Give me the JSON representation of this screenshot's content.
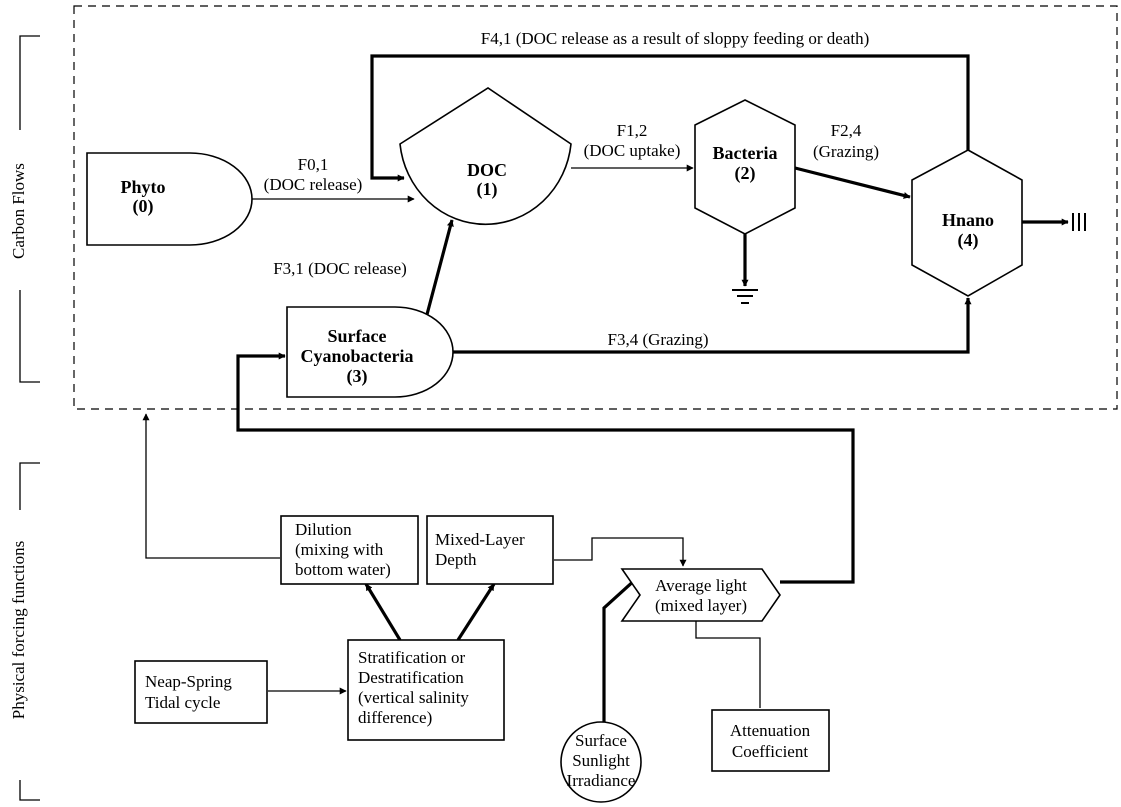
{
  "side_labels": {
    "carbon": "Carbon Flows",
    "physical": "Physical forcing functions"
  },
  "nodes": {
    "phyto": {
      "name": "Phyto",
      "index": "(0)"
    },
    "doc": {
      "name": "DOC",
      "index": "(1)"
    },
    "bacteria": {
      "name": "Bacteria",
      "index": "(2)"
    },
    "cyano": {
      "name_line1": "Surface",
      "name_line2": "Cyanobacteria",
      "index": "(3)"
    },
    "hnano": {
      "name": "Hnano",
      "index": "(4)"
    }
  },
  "flows": {
    "f41": "F4,1 (DOC release as a result of sloppy feeding or death)",
    "f01_label": "F0,1",
    "f01_desc": "(DOC release)",
    "f12_label": "F1,2",
    "f12_desc": "(DOC uptake)",
    "f24_label": "F2,4",
    "f24_desc": "(Grazing)",
    "f31": "F3,1 (DOC release)",
    "f34": "F3,4 (Grazing)"
  },
  "forcing": {
    "dilution": [
      "Dilution",
      "(mixing with",
      "bottom water)"
    ],
    "mixed_layer": [
      "Mixed-Layer",
      "Depth"
    ],
    "average_light": [
      "Average light",
      "(mixed layer)"
    ],
    "stratification": [
      "Stratification or",
      "Destratification",
      "(vertical salinity",
      "difference)"
    ],
    "neap_spring": [
      "Neap-Spring",
      "Tidal cycle"
    ],
    "sunlight": [
      "Surface",
      "Sunlight",
      "Irradiance"
    ],
    "attenuation": [
      "Attenuation",
      "Coefficient"
    ]
  }
}
